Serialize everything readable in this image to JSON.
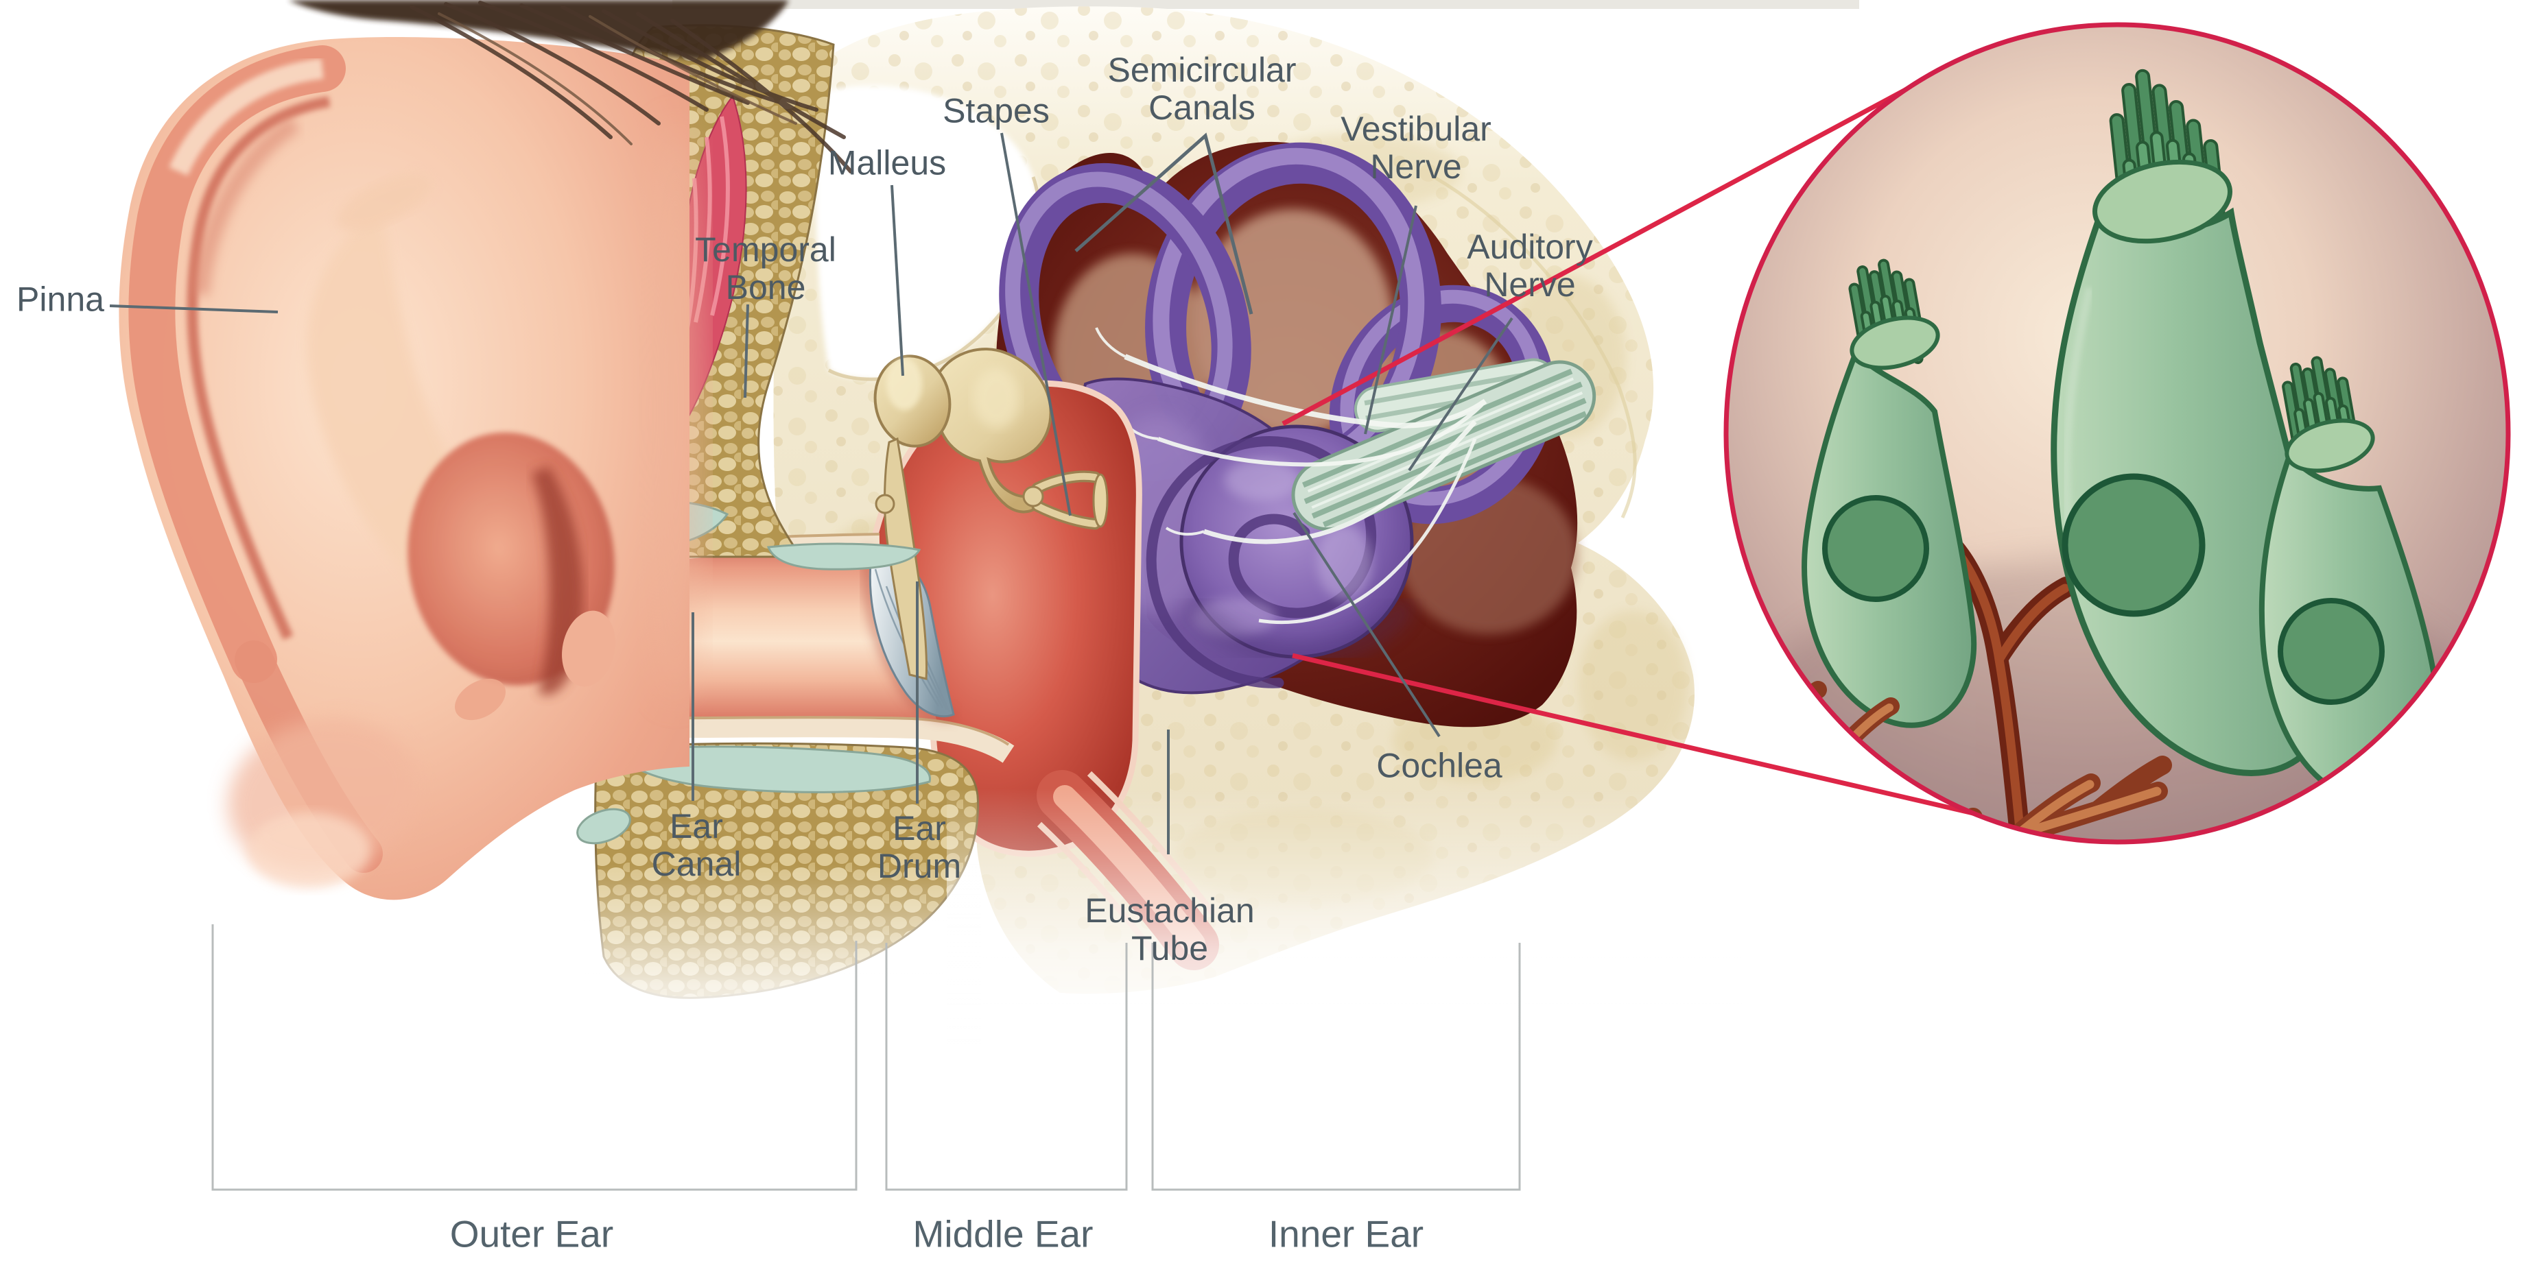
{
  "figure": {
    "subject": "Human ear anatomy cross-section with magnified hair-cell inset"
  },
  "labels": {
    "pinna": {
      "text": "Pinna"
    },
    "temporal_bone": {
      "lines": [
        "Temporal",
        "Bone"
      ]
    },
    "malleus": {
      "text": "Malleus"
    },
    "stapes": {
      "text": "Stapes"
    },
    "semicircular_canals": {
      "lines": [
        "Semicircular",
        "Canals"
      ]
    },
    "vestibular_nerve": {
      "lines": [
        "Vestibular",
        "Nerve"
      ]
    },
    "auditory_nerve": {
      "lines": [
        "Auditory",
        "Nerve"
      ]
    },
    "cochlea": {
      "text": "Cochlea"
    },
    "ear_canal": {
      "lines": [
        "Ear",
        "Canal"
      ]
    },
    "ear_drum": {
      "lines": [
        "Ear",
        "Drum"
      ]
    },
    "eustachian_tube": {
      "lines": [
        "Eustachian",
        "Tube"
      ]
    }
  },
  "regions": {
    "outer_ear": "Outer Ear",
    "middle_ear": "Middle Ear",
    "inner_ear": "Inner Ear"
  },
  "colors": {
    "label_text": "#4d5a63",
    "region_text": "#54636c",
    "leader_line": "#5b6a72",
    "bracket_line": "#b8bcbc",
    "zoom_line": "#dd2547",
    "inset_border": "#d1204a",
    "bone_cream": "#efe5c8",
    "spongy_bone": "#c9a96a",
    "cartilage_blue": "#bcd9cc",
    "muscle_pink": "#d84f66",
    "ear_canal_red": "#e27b69",
    "middle_ear_red": "#cc5547",
    "inner_cavity_maroon": "#5d150f",
    "labyrinth_purple": "#7a5cab",
    "nerve_bundle_green": "#cfe0d3",
    "hair_cell_green": "#94c09b",
    "stereocilia_green": "#4e8f60",
    "nerve_fiber_brown": "#a34a2a",
    "ear_drum_silver": "#b9c8d1",
    "skin_tone": "#f2c1a6"
  }
}
